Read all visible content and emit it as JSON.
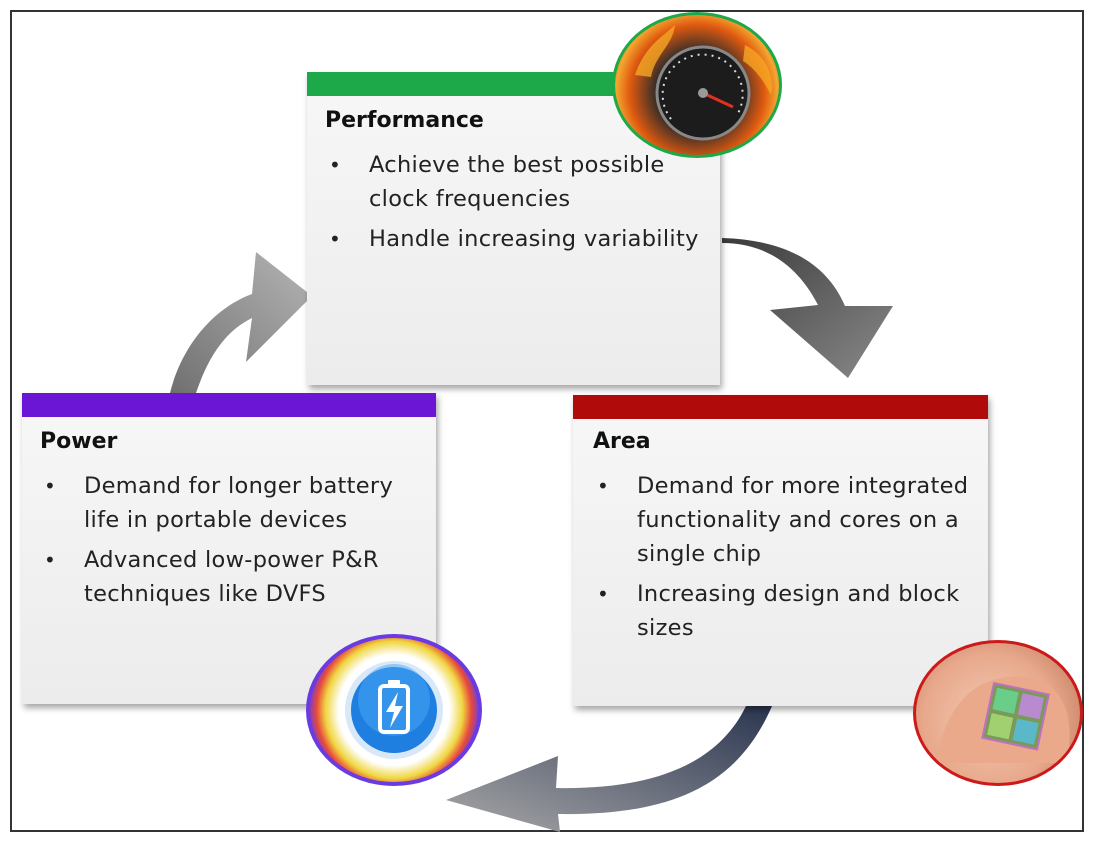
{
  "cards": {
    "performance": {
      "title": "Performance",
      "bullets": [
        "Achieve the best possible  clock frequencies",
        "Handle increasing variability"
      ],
      "accent": "#1da84a"
    },
    "power": {
      "title": "Power",
      "bullets": [
        "Demand for longer battery life in portable devices",
        "Advanced low-power P&R techniques  like DVFS"
      ],
      "accent": "#6a16d4"
    },
    "area": {
      "title": "Area",
      "bullets": [
        "Demand for more integrated functionality and cores on a single chip",
        "Increasing design and block sizes"
      ],
      "accent": "#b00a0a"
    }
  },
  "icons": {
    "performance": "speedometer-fire-icon",
    "power": "battery-icon",
    "area": "fingertip-chip-icon"
  }
}
